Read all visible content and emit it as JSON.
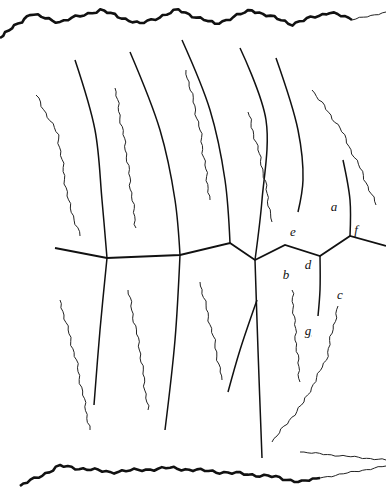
{
  "diagram": {
    "labels": [
      "a",
      "e",
      "f",
      "d",
      "b",
      "c",
      "g"
    ]
  }
}
